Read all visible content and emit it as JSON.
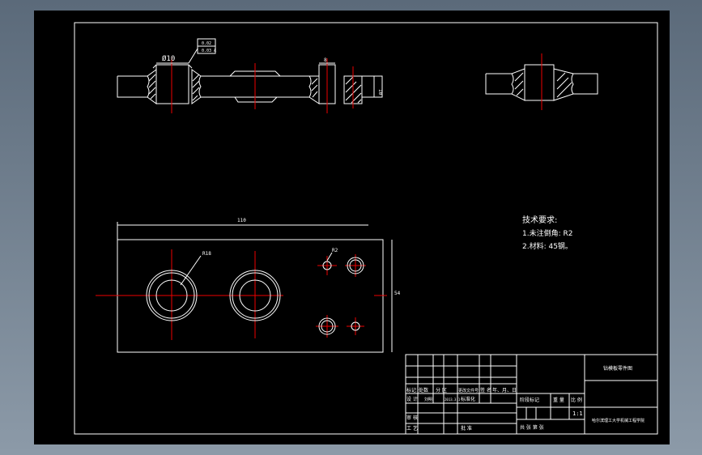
{
  "drawing": {
    "tech_requirements": {
      "heading": "技术要求:",
      "item1": "1.未注倒角: R2",
      "item2": "2.材料: 45钢。"
    },
    "dimensions": {
      "hole_diameter": "Ø10",
      "tol_box_1": "0.02",
      "tol_box_2": "0.03 A",
      "top_width": "8",
      "side_height": "10",
      "overall_length": "110",
      "overall_height": "54",
      "radius_large": "R18",
      "radius_small": "R2"
    },
    "title_block": {
      "part_name": "钻模板零件图",
      "scale": "1:1",
      "org": "哈尔滨理工大学机械工程学院",
      "row_labels": [
        "标记",
        "处数",
        "分 区",
        "更改文件号",
        "签 名",
        "年、月、日"
      ],
      "designer": "设 计",
      "designer_name": "刘明",
      "date": "2013.3.1",
      "standardize": "标准化",
      "stage_label": "阶段标记",
      "weight_label": "重 量",
      "scale_label": "比 例",
      "review": "审 核",
      "process": "工 艺",
      "approve": "批 准",
      "sheet_info": "共  张  第  张"
    }
  }
}
